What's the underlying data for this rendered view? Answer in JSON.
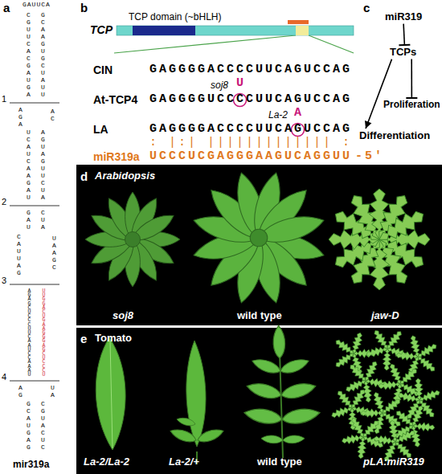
{
  "diagram": {
    "nodes": [
      {
        "text": [
          "miR319"
        ]
      },
      {
        "text": [
          "TCPs"
        ]
      },
      {
        "text": [
          "Proliferation"
        ]
      },
      {
        "text": [
          "Differentiation"
        ]
      }
    ],
    "edges": [
      {
        "from": 0,
        "to": 1,
        "arrow": "to"
      },
      {
        "from": 1,
        "to": 2,
        "arrow": "to"
      },
      {
        "from": 1,
        "to": 3,
        "arrow": "to"
      }
    ],
    "labels": [
      "a",
      "GAUUCA",
      "CGUUCACGAUGA",
      "GCAAGUGCUAUU",
      "1",
      "AGA",
      "AC",
      "UCAUCAAGAU",
      "AGUAGUUCUA",
      "2",
      "GAU",
      "CUA",
      "CAUUAG",
      "UAAGC",
      "3",
      "AGAGCUCCCUUCAAUCCAAAU",
      "UUGGACUGAAGGGAGCUCCCU",
      "4",
      "AG",
      "UA",
      "GCAUGAG",
      "CGUACUC",
      "mir319a",
      "b",
      "TCP",
      "TCP domain (~bHLH)",
      "CIN",
      "GAGGGGACCCCUUCAGUCCAG",
      "At-TCP4",
      "GAGGGGUCC",
      "C",
      "CUUCAGUCCAG",
      "soj8",
      "U",
      "LA",
      "GAGGGGACCCCUUCA",
      "G",
      "UCCAG",
      "La-2",
      "A",
      ": |:| ||||||||||||| :",
      "miR319a",
      "UCCCUCGAGGGAAGUCAGGUU",
      "-5′",
      "c",
      "d",
      "Arabidopsis",
      "soj8",
      "wild type",
      "jaw-D",
      "e",
      "Tomato",
      "La-2/La-2",
      "La-2/+",
      "wild type",
      "pLA:miR319"
    ]
  }
}
